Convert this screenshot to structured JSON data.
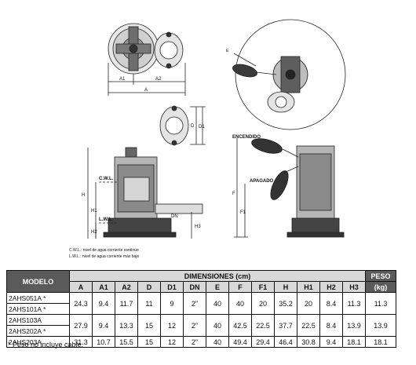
{
  "drawing_labels": {
    "a1": "A1",
    "a2": "A2",
    "a": "A",
    "d": "D",
    "d1": "D1",
    "f": "F",
    "f1": "F1",
    "h": "H",
    "h1": "H1",
    "h2": "H2",
    "h3": "H3",
    "dn": "DN",
    "cwl": "C.W.L.",
    "lwl": "L.W.L.",
    "encendido": "ENCENDIDO",
    "apagado": "APAGADO",
    "note_cwl": "C.W.L.: nivel de agua corriente continuo",
    "note_lwl": "L.W.L.: nivel de agua corriente más bajo"
  },
  "table": {
    "model_header": "MODELO",
    "dims_header": "DIMENSIONES (cm)",
    "weight_header": "PESO",
    "weight_unit": "(kg)",
    "columns": [
      "A",
      "A1",
      "A2",
      "D",
      "D1",
      "DN",
      "E",
      "F",
      "F1",
      "H",
      "H1",
      "H2",
      "H3"
    ],
    "rows": [
      {
        "models": [
          "2AHS051A *",
          "2AHS101A *"
        ],
        "values": [
          "24.3",
          "9.4",
          "11.7",
          "11",
          "9",
          "2\"",
          "40",
          "40",
          "20",
          "35.2",
          "20",
          "8.4",
          "11.3"
        ],
        "weight": "11.3"
      },
      {
        "models": [
          "2AHS103A",
          "2AHS202A *"
        ],
        "values": [
          "27.9",
          "9.4",
          "13.3",
          "15",
          "12",
          "2\"",
          "40",
          "42.5",
          "22.5",
          "37.7",
          "22.5",
          "8.4",
          "13.9"
        ],
        "weight": "13.9"
      },
      {
        "models": [
          "2AHS203A"
        ],
        "values": [
          "31.3",
          "10.7",
          "15.5",
          "15",
          "12",
          "2\"",
          "40",
          "49.4",
          "29.4",
          "46.4",
          "30.8",
          "9.4",
          "18.1"
        ],
        "weight": "18.1"
      }
    ]
  },
  "footnote": "* Peso no incluye cable."
}
